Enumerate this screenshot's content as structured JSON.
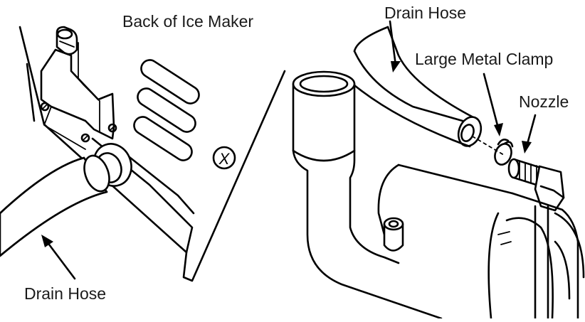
{
  "left_panel": {
    "title": "Back of Ice Maker",
    "hose_label": "Drain Hose",
    "panel_mark": "X"
  },
  "right_panel": {
    "hose_label": "Drain Hose",
    "clamp_label": "Large Metal Clamp",
    "nozzle_label": "Nozzle"
  },
  "colors": {
    "line": "#000000",
    "text": "#1a1a1a",
    "background": "#ffffff"
  }
}
